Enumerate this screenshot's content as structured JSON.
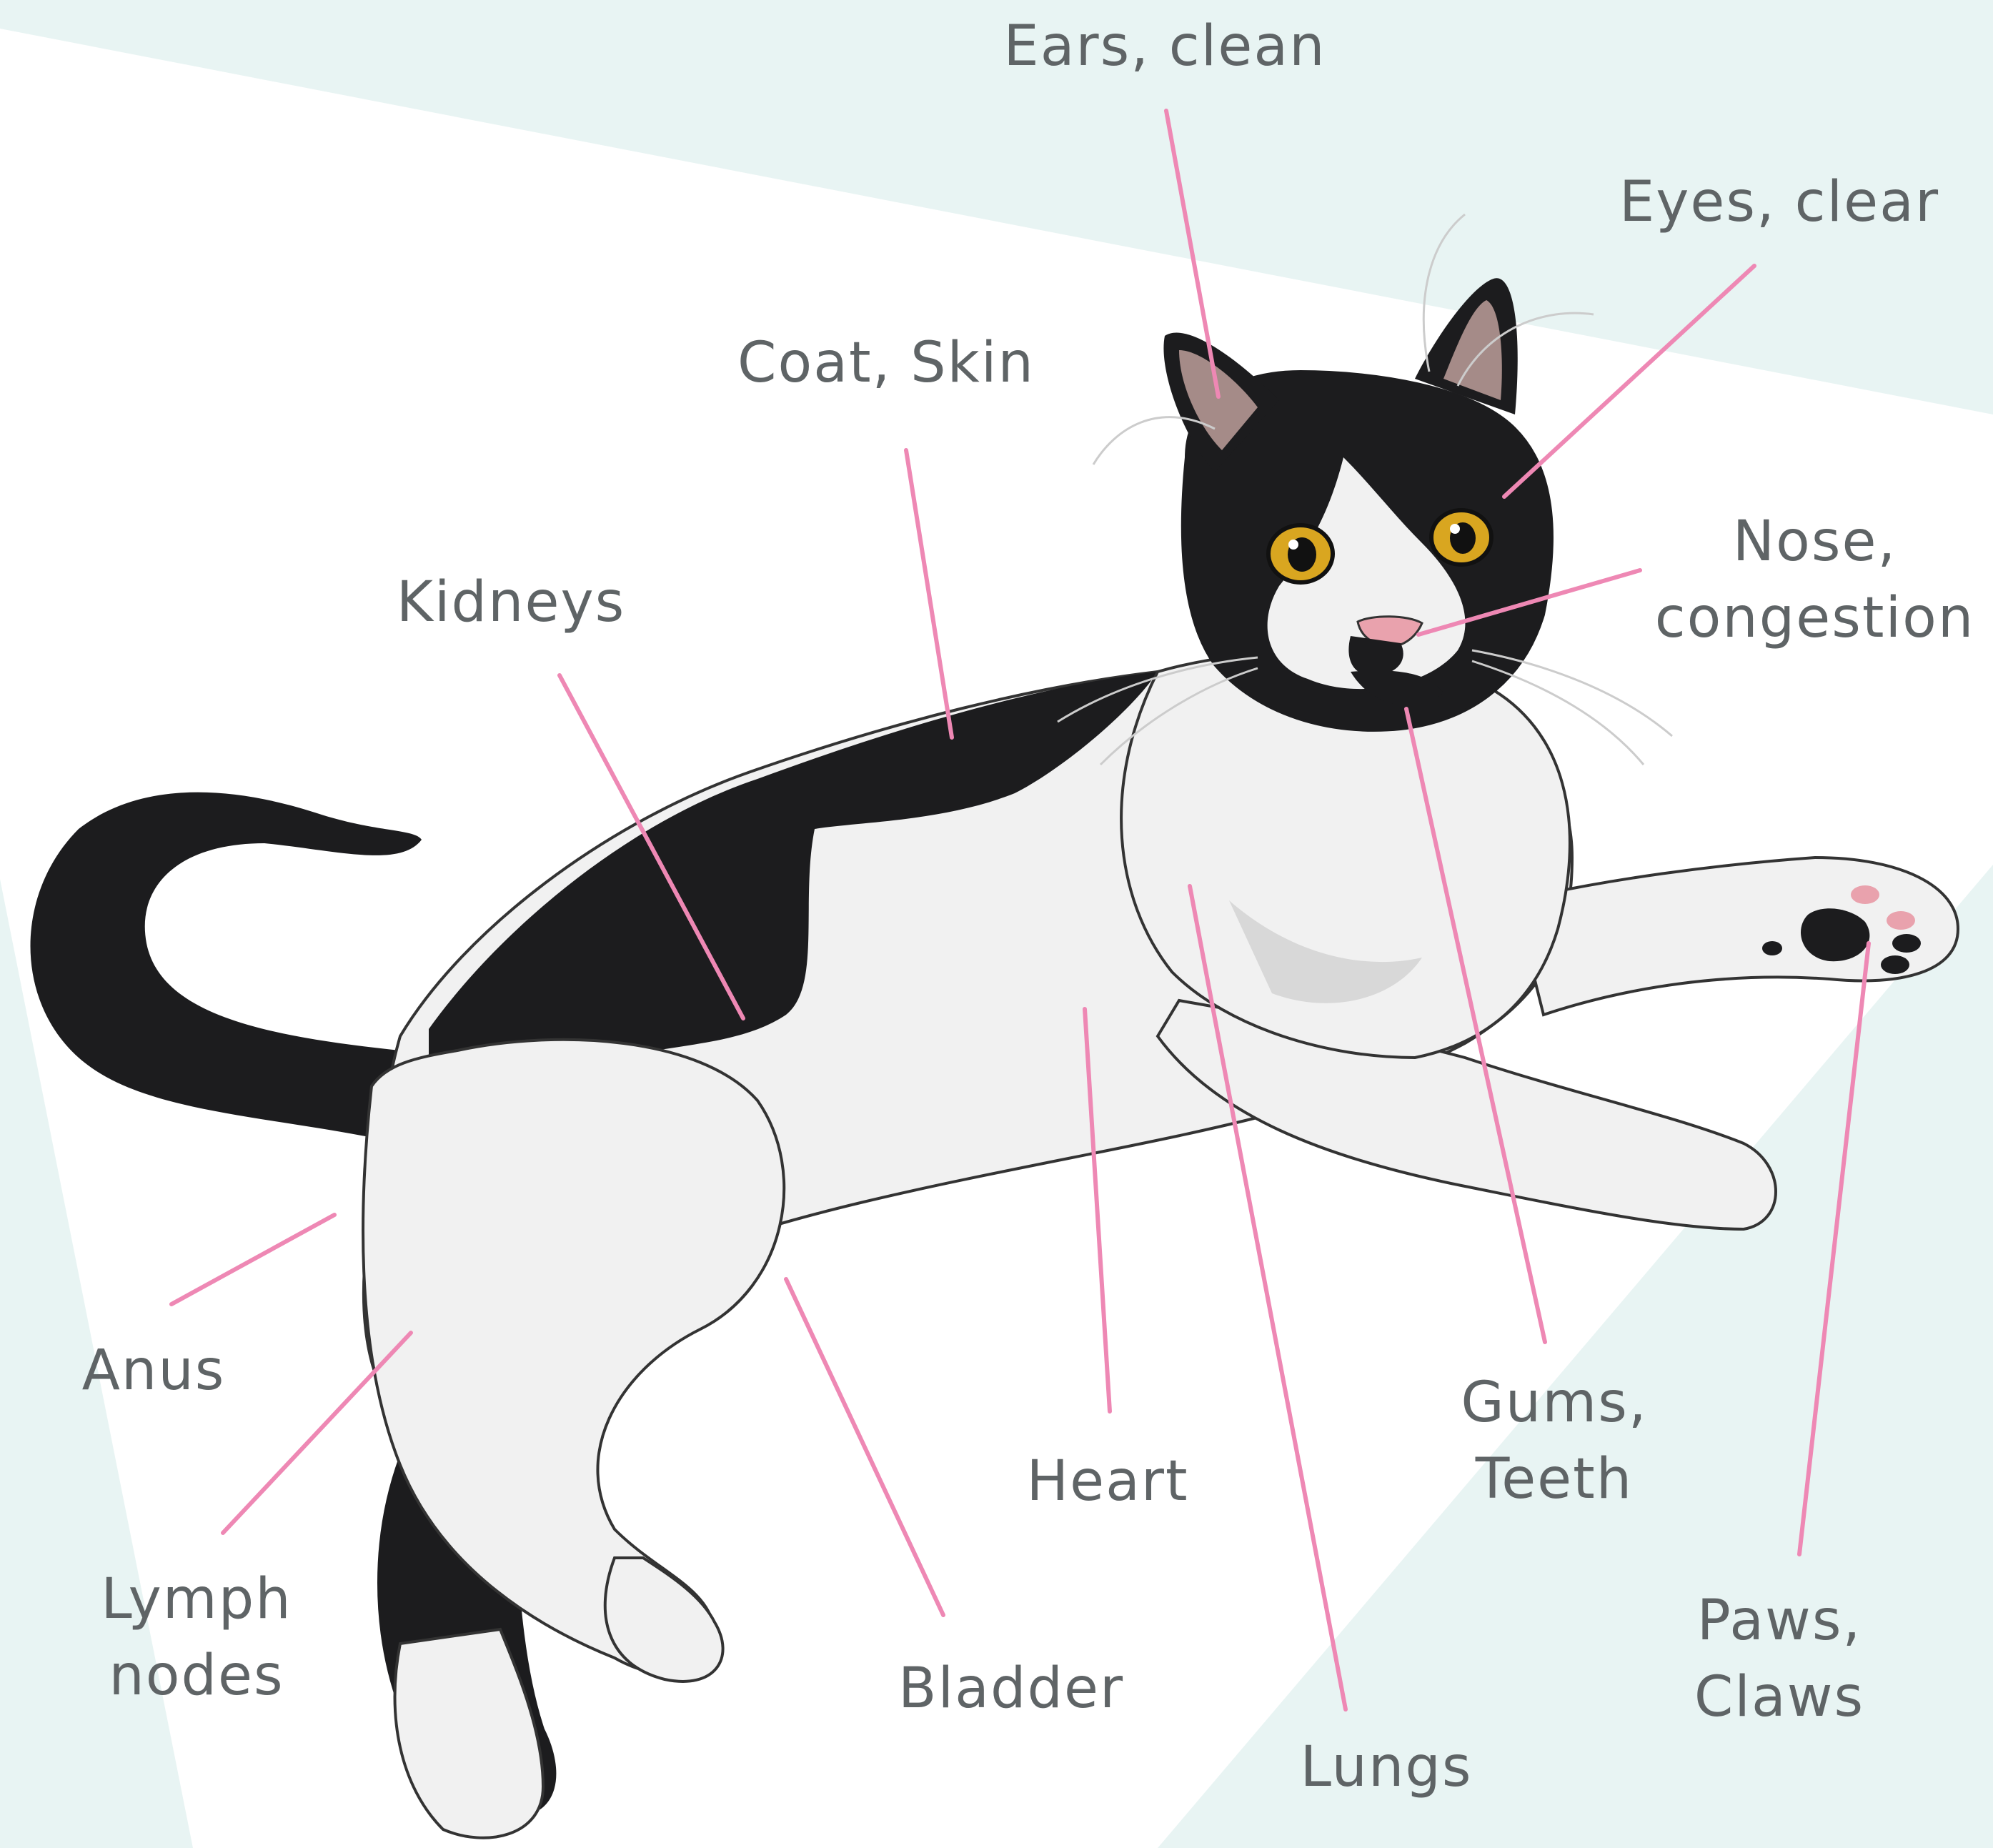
{
  "colors": {
    "background": "#ffffff",
    "band": "#e8f4f3",
    "leader_line": "#ee88b4",
    "label_text": "#5f6466",
    "fur_black": "#1c1c1e",
    "fur_white": "#f1f1f1",
    "fur_shadow": "#d8d8d8",
    "eye": "#d9a620",
    "pink": "#e9a2ad"
  },
  "labels": {
    "ears": "Ears, clean",
    "eyes": "Eyes, clear",
    "coat": "Coat, Skin",
    "kidneys": "Kidneys",
    "nose": [
      "Nose,",
      "congestion"
    ],
    "anus": "Anus",
    "lymph": [
      "Lymph",
      "nodes"
    ],
    "heart": "Heart",
    "gums": [
      "Gums,",
      "Teeth"
    ],
    "bladder": "Bladder",
    "lungs": "Lungs",
    "paws": [
      "Paws,",
      "Claws"
    ]
  }
}
